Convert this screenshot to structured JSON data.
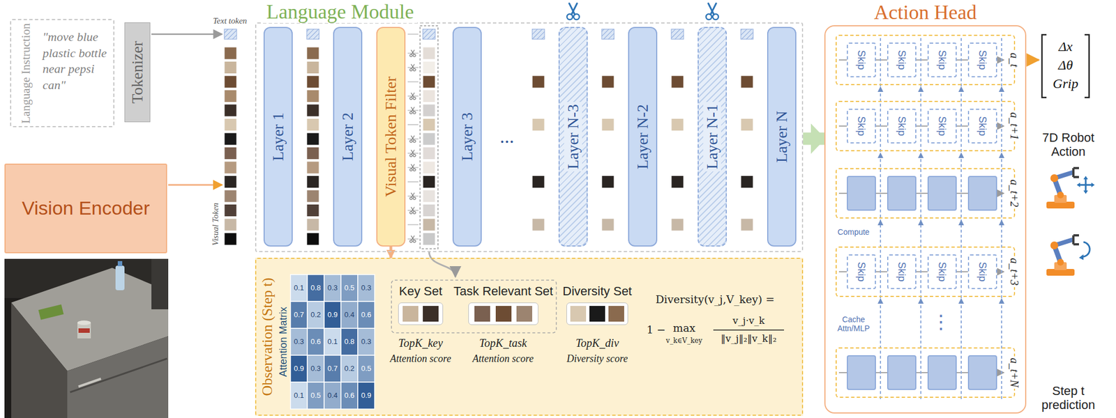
{
  "diagram": {
    "nodes": [
      {
        "text": [
          "Language Instruction",
          "\"move blue plastic bottle near pepsi can\""
        ]
      },
      {
        "text": [
          "Tokenizer"
        ]
      },
      {
        "text": [
          "Vision Encoder"
        ]
      },
      {
        "text": [
          "Language Module"
        ]
      },
      {
        "text": [
          "Layer 1"
        ],
        "in": 3
      },
      {
        "text": [
          "Layer 2"
        ],
        "in": 3
      },
      {
        "text": [
          "Visual Token Filter"
        ],
        "in": 3
      },
      {
        "text": [
          "Layer 3"
        ],
        "in": 3
      },
      {
        "text": [
          "Layer N-3"
        ],
        "in": 3
      },
      {
        "text": [
          "Layer N-2"
        ],
        "in": 3
      },
      {
        "text": [
          "Layer N-1"
        ],
        "in": 3
      },
      {
        "text": [
          "Layer N"
        ],
        "in": 3
      },
      {
        "text": [
          "Observation (Step t)"
        ]
      },
      {
        "text": [
          "Key Set"
        ],
        "in": 12
      },
      {
        "text": [
          "Task Relevant Set"
        ],
        "in": 12
      },
      {
        "text": [
          "Diversity Set"
        ],
        "in": 12
      },
      {
        "text": [
          "Action Head"
        ]
      },
      {
        "text": [
          "a_t"
        ],
        "in": 16
      },
      {
        "text": [
          "Skip"
        ],
        "in": 17
      },
      {
        "text": [
          "Skip"
        ],
        "in": 17
      },
      {
        "text": [
          "Skip"
        ],
        "in": 17
      },
      {
        "text": [
          "Skip"
        ],
        "in": 17
      },
      {
        "text": [
          "a_t+1"
        ],
        "in": 16
      },
      {
        "text": [
          "Skip"
        ],
        "in": 22
      },
      {
        "text": [
          "Skip"
        ],
        "in": 22
      },
      {
        "text": [
          "Skip"
        ],
        "in": 22
      },
      {
        "text": [
          "Skip"
        ],
        "in": 22
      },
      {
        "text": [
          "a_t+2"
        ],
        "in": 16
      },
      {
        "text": [
          "a_t+3"
        ],
        "in": 16
      },
      {
        "text": [
          "Skip"
        ],
        "in": 28
      },
      {
        "text": [
          "Skip"
        ],
        "in": 28
      },
      {
        "text": [
          "Skip"
        ],
        "in": 28
      },
      {
        "text": [
          "Skip"
        ],
        "in": 28
      },
      {
        "text": [
          "a_t+N"
        ],
        "in": 16
      }
    ],
    "edges": [
      {
        "from": 3,
        "to": 16,
        "arrow": "to"
      },
      {
        "from": 6,
        "to": 12,
        "arrow": "to"
      }
    ],
    "labels": [
      "Text token",
      "Visual Token",
      "...",
      "0.1",
      "0.8",
      "0.3",
      "0.5",
      "0.3",
      "0.7",
      "0.2",
      "0.9",
      "0.4",
      "0.6",
      "0.3",
      "0.6",
      "0.1",
      "0.8",
      "0.3",
      "0.9",
      "0.3",
      "0.7",
      "0.2",
      "0.5",
      "0.1",
      "0.5",
      "0.4",
      "0.6",
      "0.9",
      "Attention Matrix",
      "TopK_key",
      "Attention score",
      "TopK_task",
      "Attention score",
      "TopK_div",
      "Diversity score",
      "Diversity(v_j,V_key) =",
      "1 −",
      "max",
      "v_k∈V_key",
      "v_j·v_k",
      "‖v_j‖₂‖v_k‖₂",
      "Compute",
      "Cache Attn/MLP",
      "⋮",
      "Δx",
      "Δθ",
      "Grip",
      "7D Robot Action",
      "Step t prediction"
    ]
  }
}
